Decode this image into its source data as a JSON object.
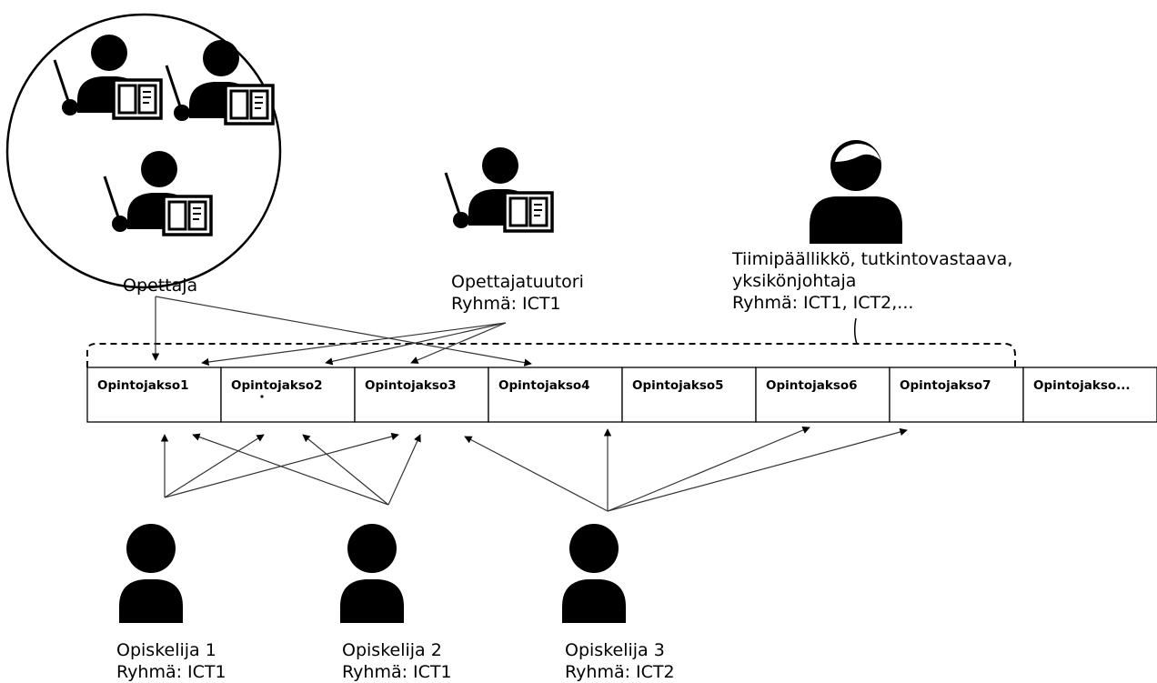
{
  "teacher_group": {
    "label": "Opettaja"
  },
  "tutor": {
    "name": "Opettajatuutori",
    "group": "Ryhmä: ICT1"
  },
  "manager": {
    "line1": "Tiimipäällikkö, tutkintovastaava,",
    "line2": "yksikönjohtaja",
    "line3": "Ryhmä: ICT1, ICT2,..."
  },
  "courses": [
    "Opintojakso1",
    "Opintojakso2",
    "Opintojakso3",
    "Opintojakso4",
    "Opintojakso5",
    "Opintojakso6",
    "Opintojakso7",
    "Opintojakso..."
  ],
  "students": [
    {
      "name": "Opiskelija 1",
      "group": "Ryhmä: ICT1"
    },
    {
      "name": "Opiskelija 2",
      "group": "Ryhmä: ICT1"
    },
    {
      "name": "Opiskelija 3",
      "group": "Ryhmä: ICT2"
    }
  ],
  "colors": {
    "ink": "#000000",
    "line": "#555555",
    "background": "#ffffff"
  },
  "icons": {
    "teacher": "teacher-with-pointer-and-board-icon",
    "person": "person-silhouette-icon",
    "manager": "person-with-hair-icon"
  }
}
